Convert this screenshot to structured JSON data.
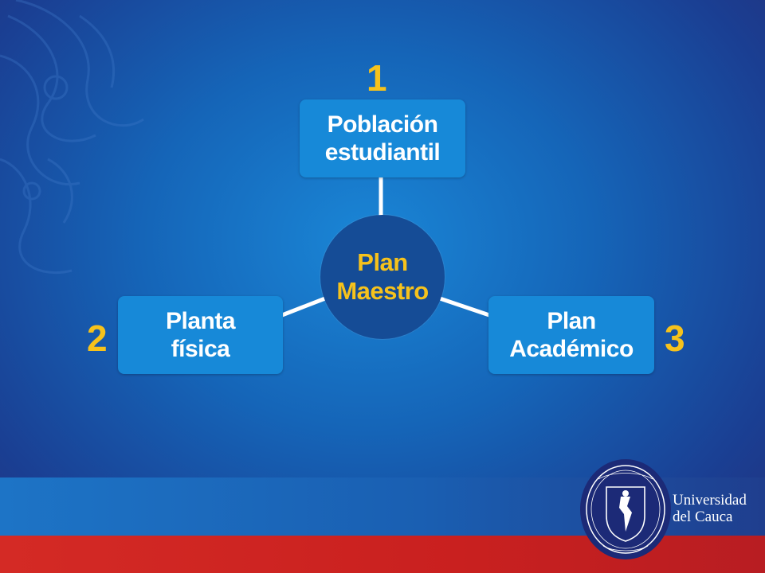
{
  "diagram": {
    "center": {
      "line1": "Plan",
      "line2": "Maestro"
    },
    "nodes": [
      {
        "number": "1",
        "line1": "Población",
        "line2": "estudiantil"
      },
      {
        "number": "2",
        "line1": "Planta",
        "line2": "física"
      },
      {
        "number": "3",
        "line1": "Plan",
        "line2": "Académico"
      }
    ]
  },
  "footer": {
    "institution_line1": "Universidad",
    "institution_line2": "del Cauca"
  },
  "colors": {
    "background": "#1565b8",
    "box": "#1789d8",
    "hub": "#154c96",
    "accent_yellow": "#f6c21c",
    "band_blue": "#1a5fb2",
    "band_red": "#c9201f",
    "seal_navy": "#1c2a77"
  },
  "icons": {
    "seal": "university-seal-icon",
    "decoration": "swirl-ornament-icon"
  }
}
